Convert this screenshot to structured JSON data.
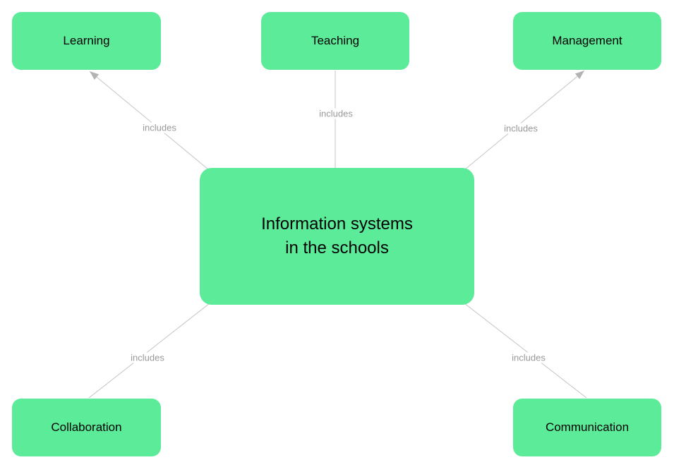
{
  "diagram": {
    "central_node": {
      "id": "central",
      "label": "Information systems\nin the schools"
    },
    "nodes": [
      {
        "id": "learning",
        "label": "Learning"
      },
      {
        "id": "teaching",
        "label": "Teaching"
      },
      {
        "id": "management",
        "label": "Management"
      },
      {
        "id": "collaboration",
        "label": "Collaboration"
      },
      {
        "id": "communication",
        "label": "Communication"
      }
    ],
    "edges": [
      {
        "from": "central",
        "to": "learning",
        "label": "includes",
        "arrowhead": true
      },
      {
        "from": "central",
        "to": "teaching",
        "label": "includes",
        "arrowhead": false
      },
      {
        "from": "central",
        "to": "management",
        "label": "includes",
        "arrowhead": true
      },
      {
        "from": "central",
        "to": "collaboration",
        "label": "includes",
        "arrowhead": false
      },
      {
        "from": "central",
        "to": "communication",
        "label": "includes",
        "arrowhead": false
      }
    ],
    "colors": {
      "node_fill": "#5beb99",
      "node_text": "#000000",
      "connector": "#c4c4c4",
      "arrowhead": "#b3b3b3",
      "edge_label_text": "#999999",
      "background": "#ffffff"
    }
  }
}
